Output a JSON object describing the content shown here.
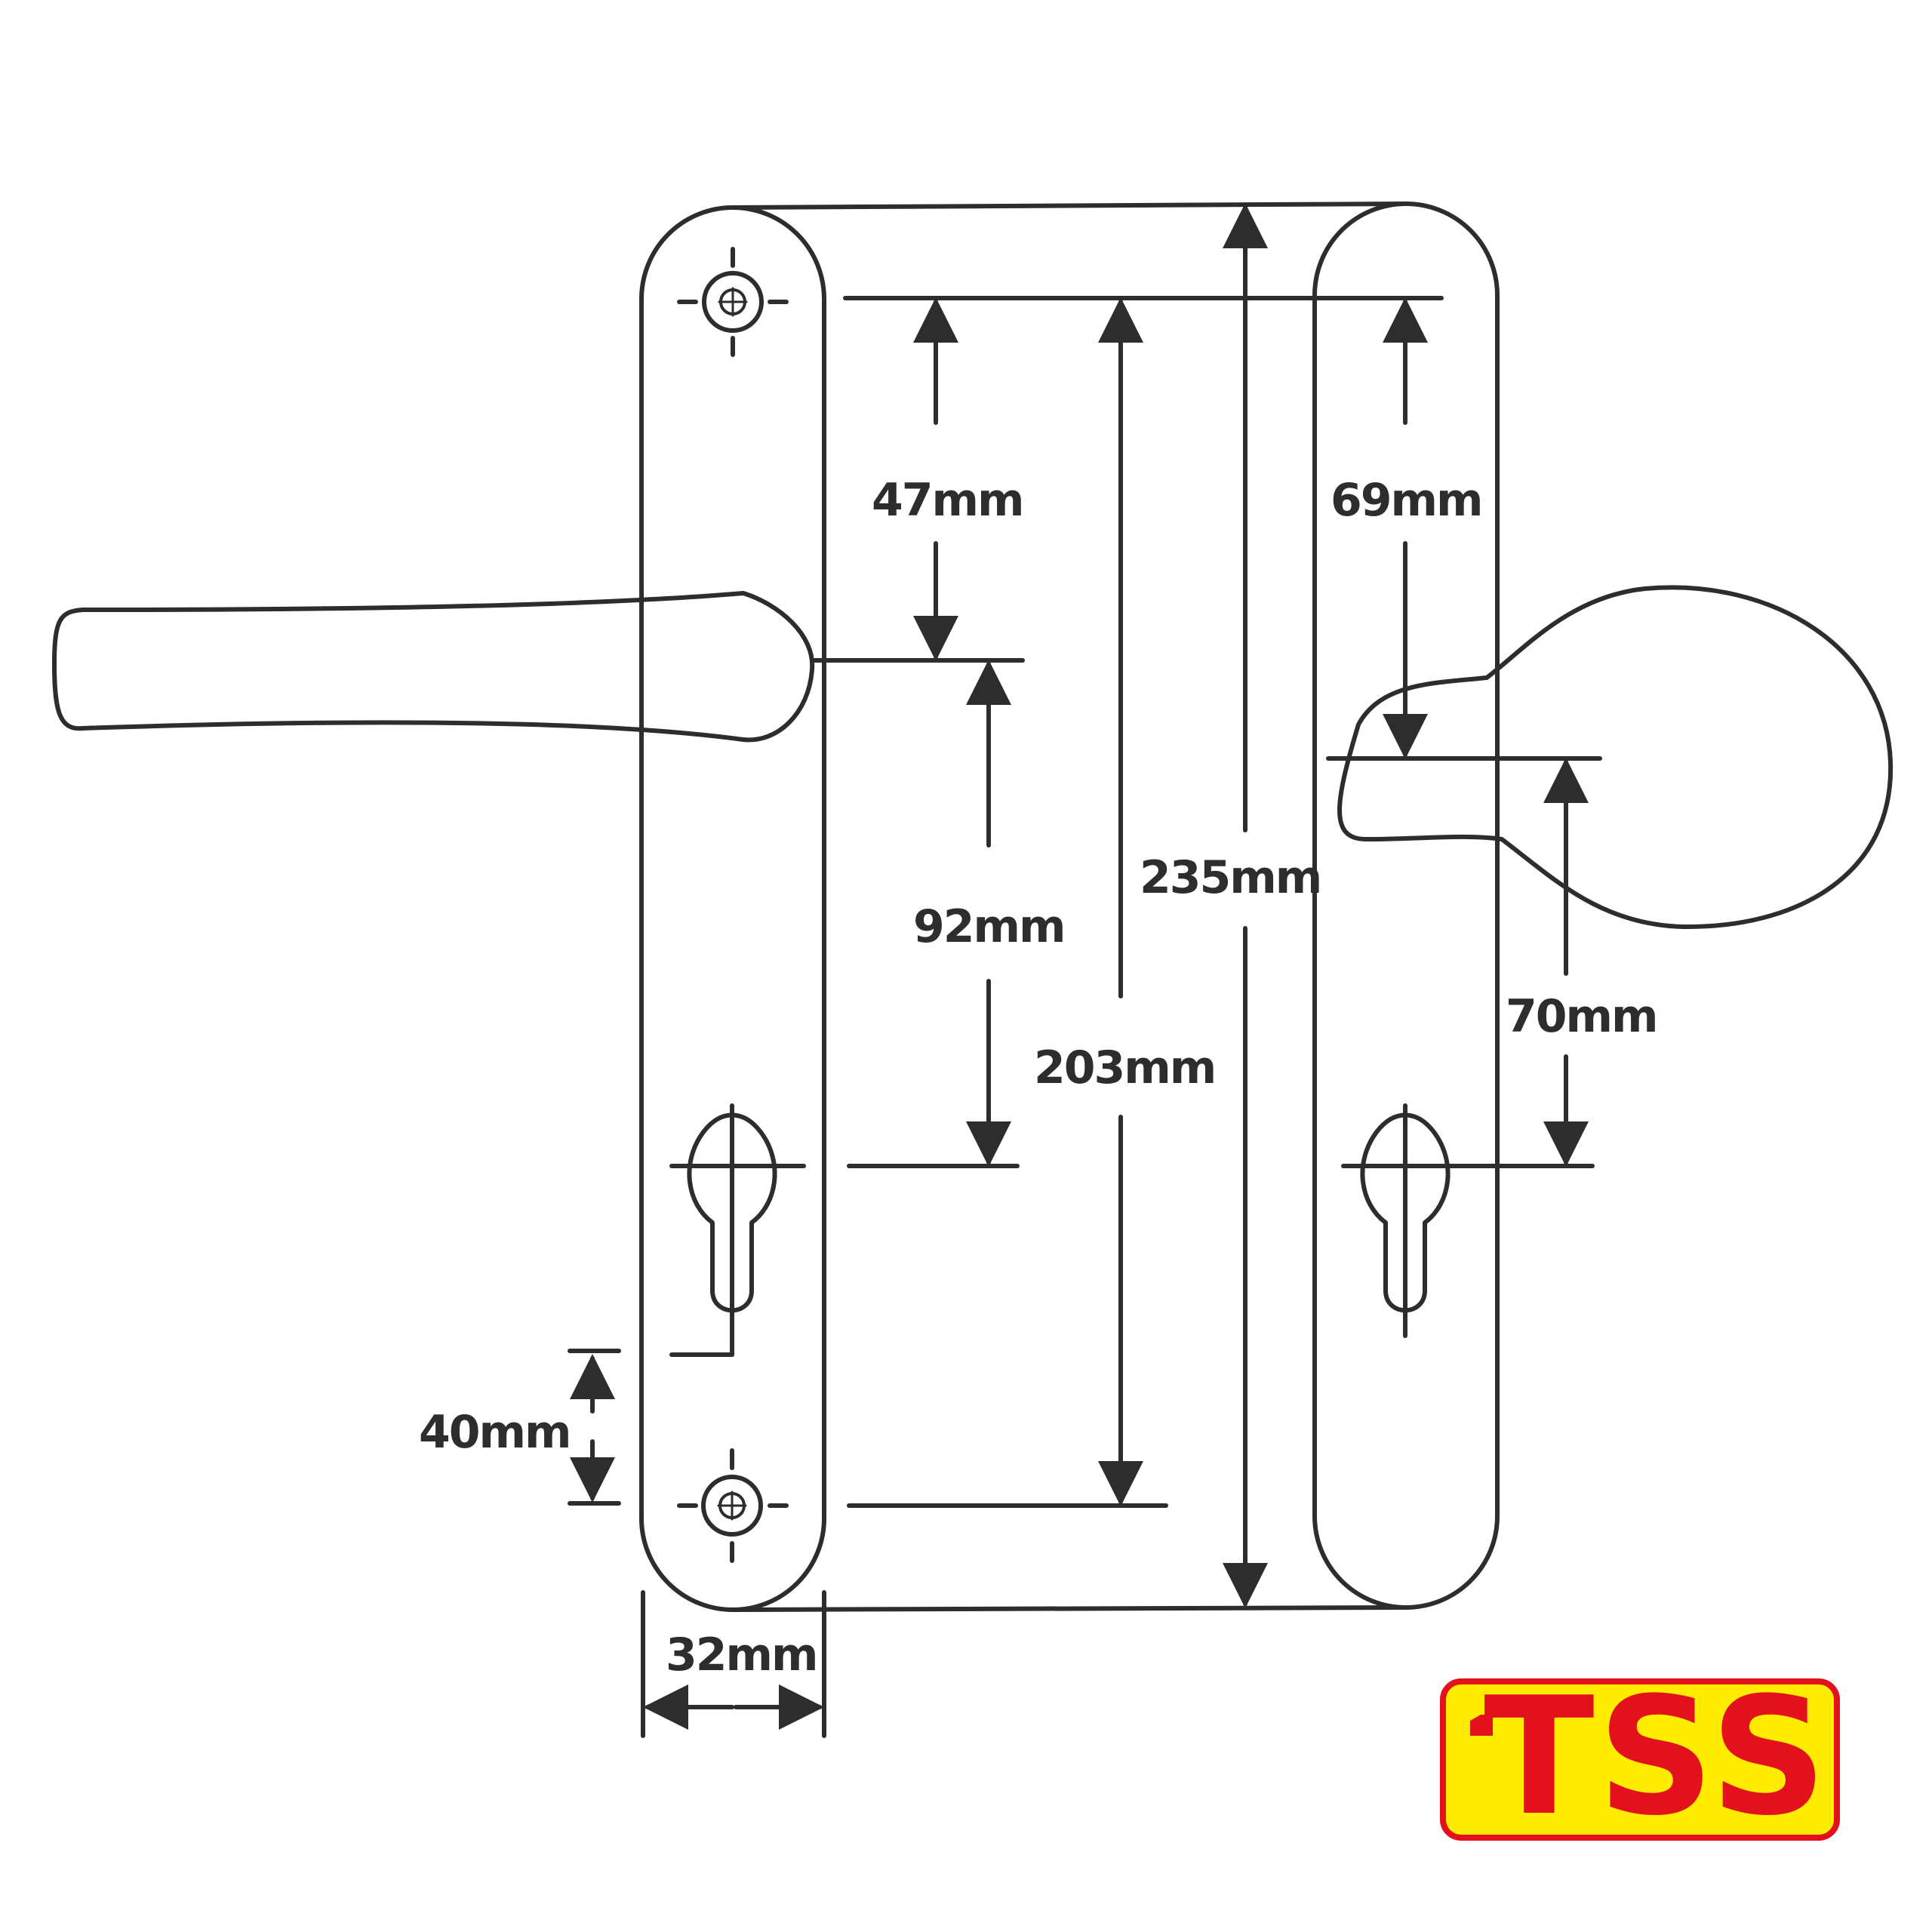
{
  "labels": {
    "d47": "47mm",
    "d69": "69mm",
    "d92": "92mm",
    "d235": "235mm",
    "d203": "203mm",
    "d70": "70mm",
    "d40": "40mm",
    "d32": "32mm"
  },
  "logo": {
    "text": "TSS",
    "background_color": "#ffec00",
    "text_color": "#e3111b",
    "border_color": "#e3111b"
  },
  "colors": {
    "line": "#2d2d2d",
    "background": "#ffffff"
  }
}
